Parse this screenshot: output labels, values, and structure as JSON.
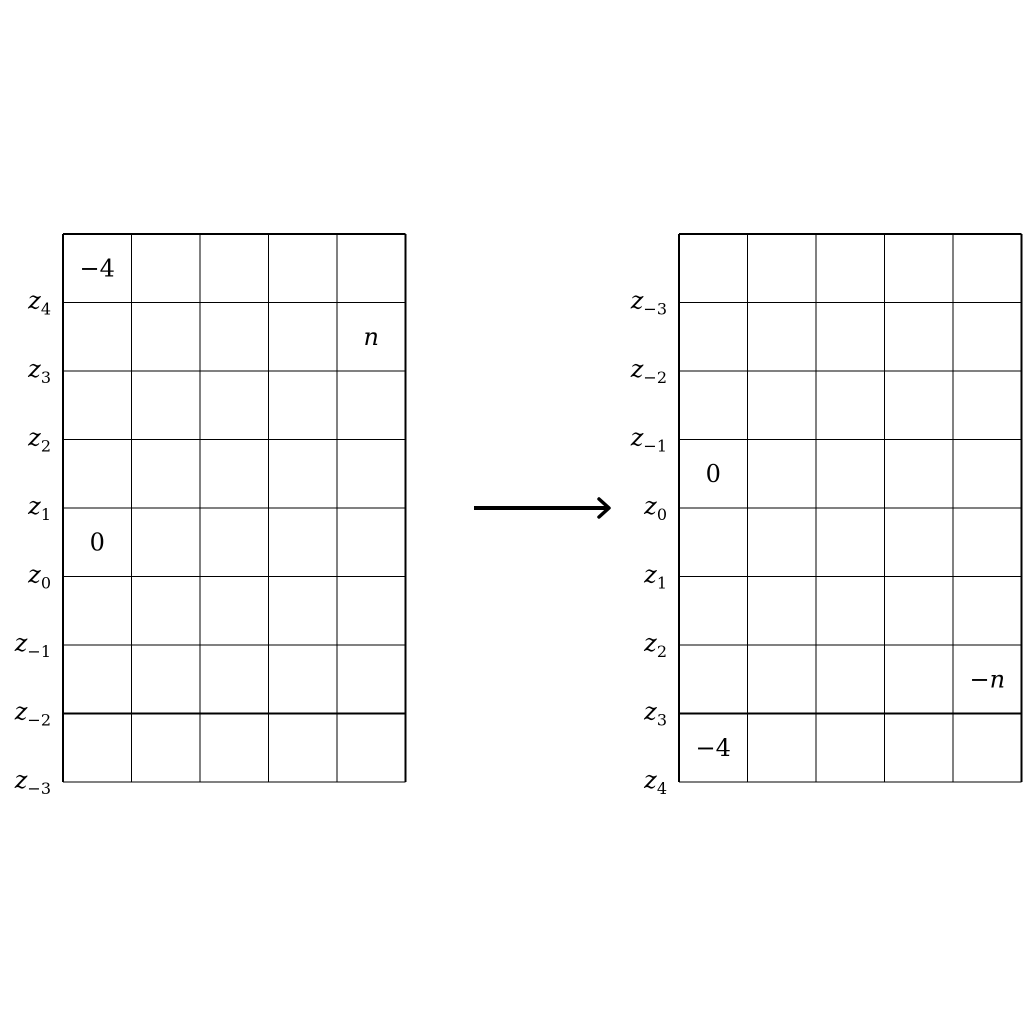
{
  "colors": {
    "line": "#000000",
    "background": "#ffffff"
  },
  "arrow": {
    "icon": "right-arrow-icon"
  },
  "grids": [
    {
      "id": "left",
      "columns": 5,
      "rows": 8,
      "thick_row_lines": [
        0,
        7
      ],
      "row_labels": [
        {
          "var": "z",
          "sub": "4"
        },
        {
          "var": "z",
          "sub": "3"
        },
        {
          "var": "z",
          "sub": "2"
        },
        {
          "var": "z",
          "sub": "1"
        },
        {
          "var": "z",
          "sub": "0"
        },
        {
          "var": "z",
          "sub": "−1"
        },
        {
          "var": "z",
          "sub": "−2"
        },
        {
          "var": "z",
          "sub": "−3"
        }
      ],
      "cell_entries": [
        {
          "row": 0,
          "col": 0,
          "text": "−4",
          "italic": false
        },
        {
          "row": 1,
          "col": 4,
          "text": "n",
          "italic": true
        },
        {
          "row": 4,
          "col": 0,
          "text": "0",
          "italic": false
        }
      ]
    },
    {
      "id": "right",
      "columns": 5,
      "rows": 8,
      "thick_row_lines": [
        0,
        7
      ],
      "row_labels": [
        {
          "var": "z",
          "sub": "−3"
        },
        {
          "var": "z",
          "sub": "−2"
        },
        {
          "var": "z",
          "sub": "−1"
        },
        {
          "var": "z",
          "sub": "0"
        },
        {
          "var": "z",
          "sub": "1"
        },
        {
          "var": "z",
          "sub": "2"
        },
        {
          "var": "z",
          "sub": "3"
        },
        {
          "var": "z",
          "sub": "4"
        }
      ],
      "cell_entries": [
        {
          "row": 3,
          "col": 0,
          "text": "0",
          "italic": false
        },
        {
          "row": 6,
          "col": 4,
          "text": "−n",
          "italic": true
        },
        {
          "row": 7,
          "col": 0,
          "text": "−4",
          "italic": false
        }
      ]
    }
  ]
}
